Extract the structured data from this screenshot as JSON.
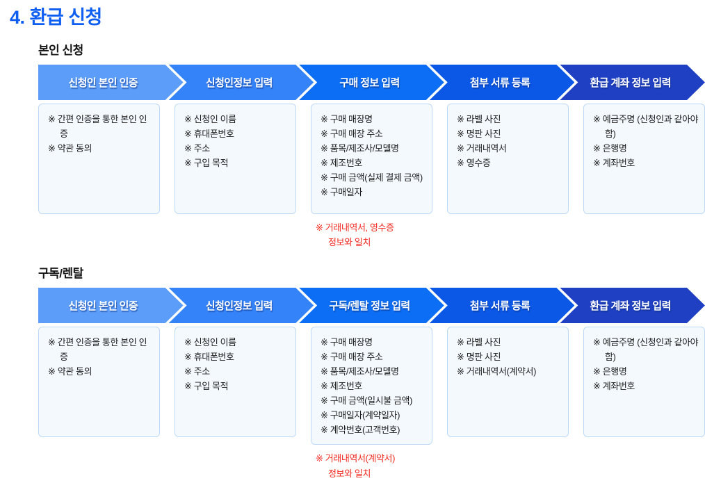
{
  "page": {
    "title": "4. 환급 신청"
  },
  "colors": {
    "title_blue": "#0f5ef2",
    "note_red": "#f5281e",
    "box_bg": "#f4f9fe",
    "box_border": "#bdd9f6",
    "step_colors": [
      "#5b9df9",
      "#3583f8",
      "#0c6ef4",
      "#0b58e6",
      "#2040c4"
    ]
  },
  "sections": [
    {
      "label": "본인 신청",
      "steps": [
        {
          "label": "신청인 본인 인증",
          "items": [
            "※ 간편 인증을 통한 본인 인증",
            "※ 약관 동의"
          ]
        },
        {
          "label": "신청인정보 입력",
          "items": [
            "※ 신청인 이름",
            "※ 휴대폰번호",
            "※ 주소",
            "※ 구입 목적"
          ]
        },
        {
          "label": "구매 정보 입력",
          "items": [
            "※ 구매 매장명",
            "※ 구매 매장 주소",
            "※ 품목/제조사/모델명",
            "※ 제조번호",
            "※ 구매 금액(실제 결제 금액)",
            "※ 구매일자"
          ],
          "note": {
            "line1": "※ 거래내역서, 영수증",
            "line2": "정보와 일치"
          }
        },
        {
          "label": "첨부 서류 등록",
          "items": [
            "※ 라벨 사진",
            "※ 명판 사진",
            "※ 거래내역서",
            "※ 영수증"
          ]
        },
        {
          "label": "환급 계좌 정보 입력",
          "items": [
            "※ 예금주명 (신청인과 같아야 함)",
            "※ 은행명",
            "※ 계좌번호"
          ]
        }
      ]
    },
    {
      "label": "구독/렌탈",
      "steps": [
        {
          "label": "신청인 본인 인증",
          "items": [
            "※ 간편 인증을 통한 본인 인증",
            "※ 약관 동의"
          ]
        },
        {
          "label": "신청인정보 입력",
          "items": [
            "※ 신청인 이름",
            "※ 휴대폰번호",
            "※ 주소",
            "※ 구입 목적"
          ]
        },
        {
          "label": "구독/렌탈 정보 입력",
          "items": [
            "※ 구매 매장명",
            "※ 구매 매장 주소",
            "※ 품목/제조사/모델명",
            "※ 제조번호",
            "※ 구매 금액(일시불 금액)",
            "※ 구매일자(계약일자)",
            "※ 계약번호(고객번호)"
          ],
          "note": {
            "line1": "※ 거래내역서(계약서)",
            "line2": "정보와 일치"
          }
        },
        {
          "label": "첨부 서류 등록",
          "items": [
            "※ 라벨 사진",
            "※ 명판 사진",
            "※ 거래내역서(계약서)"
          ]
        },
        {
          "label": "환급 계좌 정보 입력",
          "items": [
            "※ 예금주명 (신청인과 같아야 함)",
            "※ 은행명",
            "※ 계좌번호"
          ]
        }
      ]
    }
  ]
}
